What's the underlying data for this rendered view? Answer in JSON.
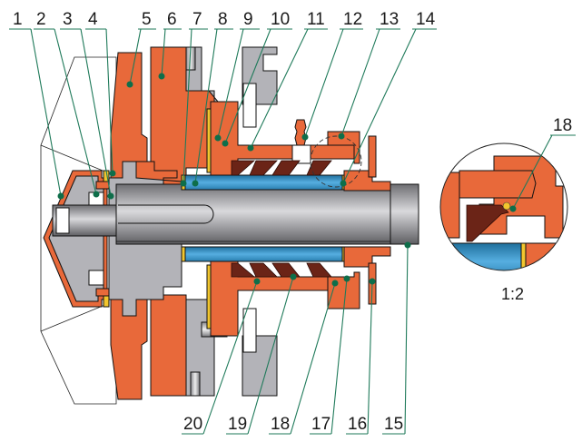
{
  "title": "Pump mechanical seal cross-section",
  "colors": {
    "casing": "#e8693a",
    "metal": "#b3b3b8",
    "sleeve": "#3a93c4",
    "bellows": "#6b2417",
    "gasket": "#f2c62e",
    "leader": "#1f7a5a",
    "dot": "#0e6e4a"
  },
  "labels_top": [
    {
      "num": "1"
    },
    {
      "num": "2"
    },
    {
      "num": "3"
    },
    {
      "num": "4"
    },
    {
      "num": "5"
    },
    {
      "num": "6"
    },
    {
      "num": "7"
    },
    {
      "num": "8"
    },
    {
      "num": "9"
    },
    {
      "num": "10"
    },
    {
      "num": "11"
    },
    {
      "num": "12"
    },
    {
      "num": "13"
    },
    {
      "num": "14"
    }
  ],
  "labels_bottom": [
    {
      "num": "20"
    },
    {
      "num": "19"
    },
    {
      "num": "18"
    },
    {
      "num": "17"
    },
    {
      "num": "16"
    },
    {
      "num": "15"
    }
  ],
  "detail": {
    "label": "18",
    "scale": "1:2"
  }
}
